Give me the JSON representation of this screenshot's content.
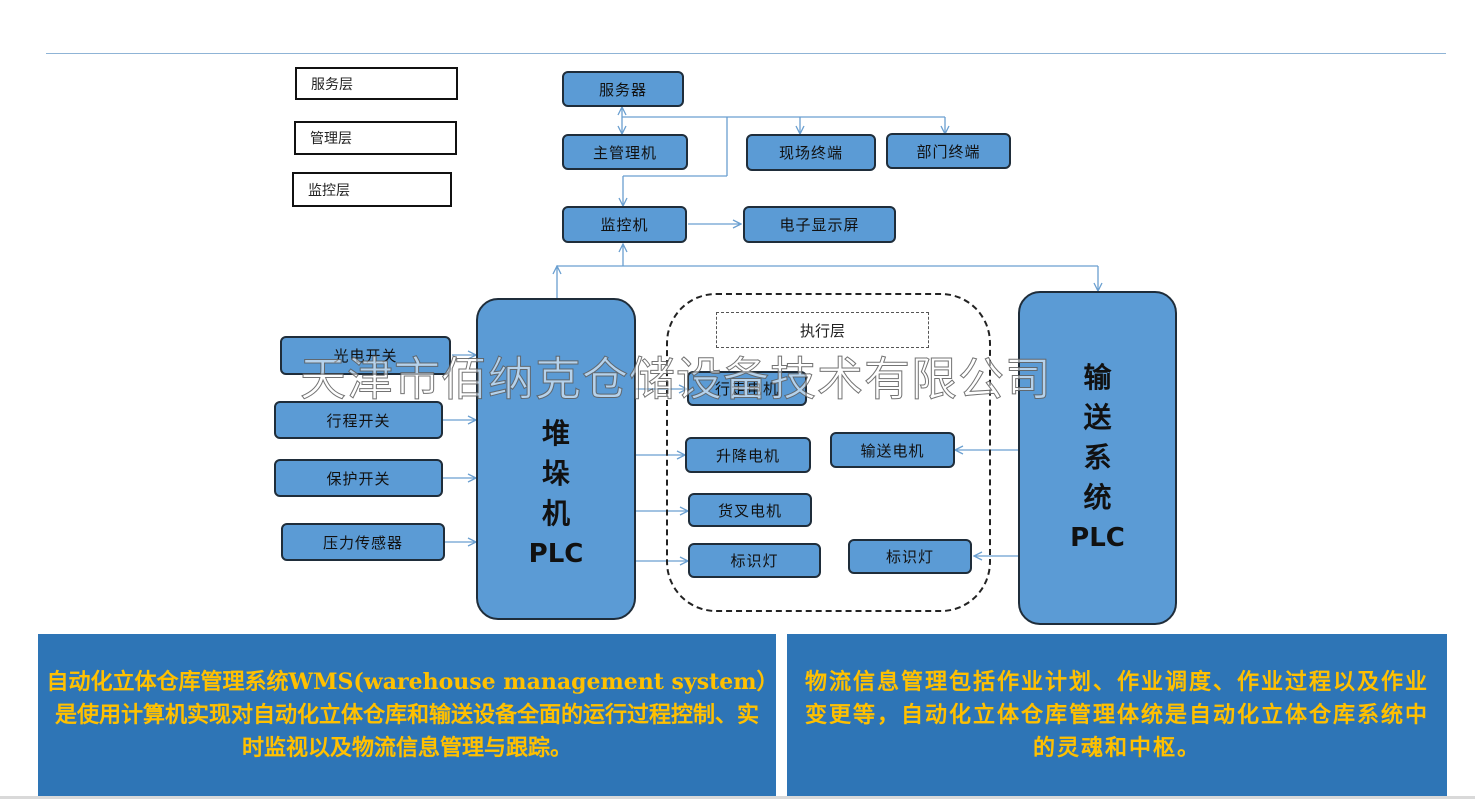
{
  "layers": {
    "service": "服务层",
    "management": "管理层",
    "monitoring": "监控层",
    "execution": "执行层"
  },
  "nodes": {
    "server": "服务器",
    "main_host": "主管理机",
    "field_terminal": "现场终端",
    "dept_terminal": "部门终端",
    "monitor_host": "监控机",
    "display_screen": "电子显示屏",
    "photo_switch": "光电开关",
    "travel_switch": "行程开关",
    "protect_switch": "保护开关",
    "pressure_sensor": "压力传感器",
    "walk_motor": "行走电机",
    "lift_motor": "升降电机",
    "fork_motor": "货叉电机",
    "indicator_left": "标识灯",
    "convey_motor": "输送电机",
    "indicator_right": "标识灯"
  },
  "stacker_plc": {
    "line1": "堆",
    "line2": "垛",
    "line3": "机",
    "line4": "PLC"
  },
  "conveyor_plc": {
    "line1": "输",
    "line2": "送",
    "line3": "系",
    "line4": "统",
    "line5": "PLC"
  },
  "watermark": "天津市佰纳克仓储设备技术有限公司",
  "panels": {
    "left": "自动化立体仓库管理系统WMS(warehouse management system）是使用计算机实现对自动化立体仓库和输送设备全面的运行过程控制、实时监视以及物流信息管理与跟踪。",
    "right": "物流信息管理包括作业计划、作业调度、作业过程以及作业变更等，自动化立体仓库管理体统是自动化立体仓库系统中的灵魂和中枢。"
  },
  "colors": {
    "node_fill": "#5b9bd5",
    "connector": "#6a9fd0",
    "panel_bg": "#2e75b6",
    "panel_text": "#ffc000"
  }
}
